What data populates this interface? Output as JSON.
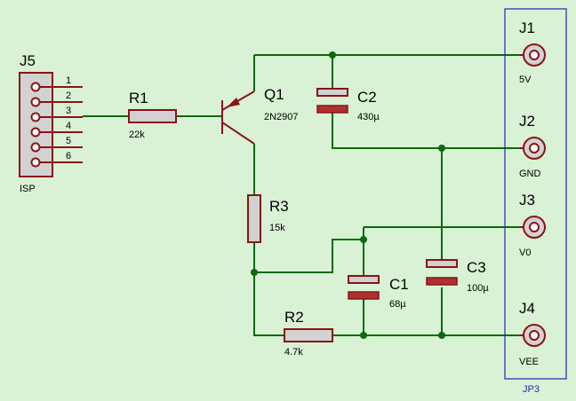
{
  "components": {
    "j5": {
      "ref": "J5",
      "label": "ISP",
      "pins": [
        "1",
        "2",
        "3",
        "4",
        "5",
        "6"
      ]
    },
    "r1": {
      "ref": "R1",
      "value": "22k"
    },
    "q1": {
      "ref": "Q1",
      "value": "2N2907"
    },
    "c2": {
      "ref": "C2",
      "value": "430µ"
    },
    "r3": {
      "ref": "R3",
      "value": "15k"
    },
    "c1": {
      "ref": "C1",
      "value": "68µ"
    },
    "c3": {
      "ref": "C3",
      "value": "100µ"
    },
    "r2": {
      "ref": "R2",
      "value": "4.7k"
    },
    "j1": {
      "ref": "J1",
      "value": "5V"
    },
    "j2": {
      "ref": "J2",
      "value": "GND"
    },
    "j3": {
      "ref": "J3",
      "value": "V0"
    },
    "j4": {
      "ref": "J4",
      "value": "VEE"
    },
    "jp3": {
      "label": "JP3"
    }
  },
  "colors": {
    "background": "#d9f2d5",
    "wire": "#0b6b0b",
    "component": "#8a1414",
    "connector_group": "#1a2ea8"
  }
}
